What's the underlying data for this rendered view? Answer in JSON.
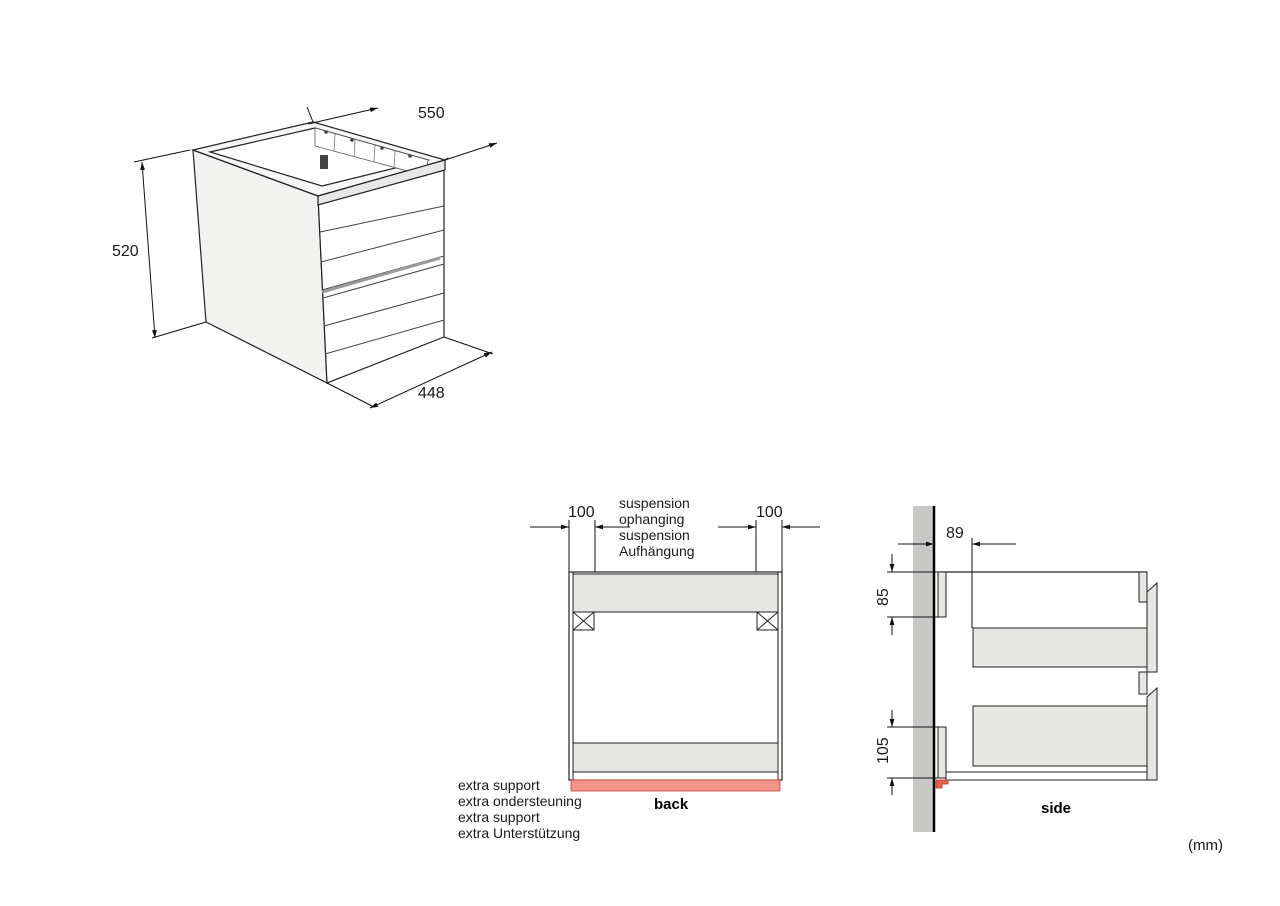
{
  "iso_view": {
    "dim_width": "550",
    "dim_height": "520",
    "dim_depth": "448"
  },
  "back_view": {
    "title": "back",
    "dim_left": "100",
    "dim_right": "100",
    "suspension_labels": [
      "suspension",
      "ophanging",
      "suspension",
      "Aufhängung"
    ],
    "support_labels": [
      "extra support",
      "extra ondersteuning",
      "extra support",
      "extra Unterstützung"
    ],
    "colors": {
      "panel": "#e6e7e3",
      "support_bar": "#f4958b"
    }
  },
  "side_view": {
    "title": "side",
    "dim_offset": "89",
    "dim_top": "85",
    "dim_bottom": "105",
    "colors": {
      "wall": "#c8c8c6",
      "panel": "#e6e7e3",
      "bracket": "#e8604e"
    }
  },
  "units": "(mm)"
}
